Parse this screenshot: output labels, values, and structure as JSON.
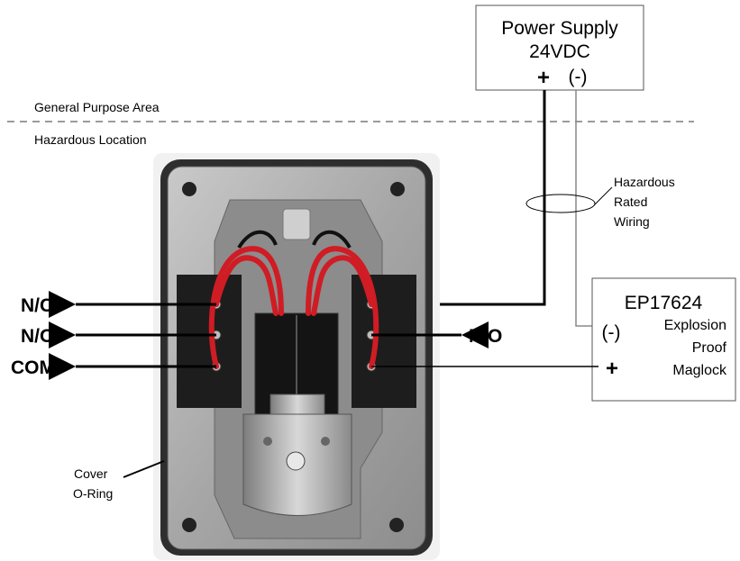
{
  "zones": {
    "general": "General Purpose Area",
    "hazardous": "Hazardous Location"
  },
  "power_supply": {
    "title": "Power Supply",
    "voltage": "24VDC",
    "plus": "+",
    "minus": "(-)"
  },
  "maglock": {
    "model": "EP17624",
    "minus": "(-)",
    "plus": "+",
    "line1": "Explosion",
    "line2": "Proof",
    "line3": "Maglock"
  },
  "wiring_note": [
    "Hazardous",
    "Rated",
    "Wiring"
  ],
  "terminals": {
    "left_top": "N/C",
    "left_mid": "N/O",
    "left_bottom": "COM",
    "right_mid": "N/O"
  },
  "cover_note": [
    "Cover",
    "O-Ring"
  ],
  "colors": {
    "wire_dark": "#000000",
    "wire_gray": "#888888",
    "enclosure": "#9a9a9a",
    "red_wire": "#d01c24"
  }
}
